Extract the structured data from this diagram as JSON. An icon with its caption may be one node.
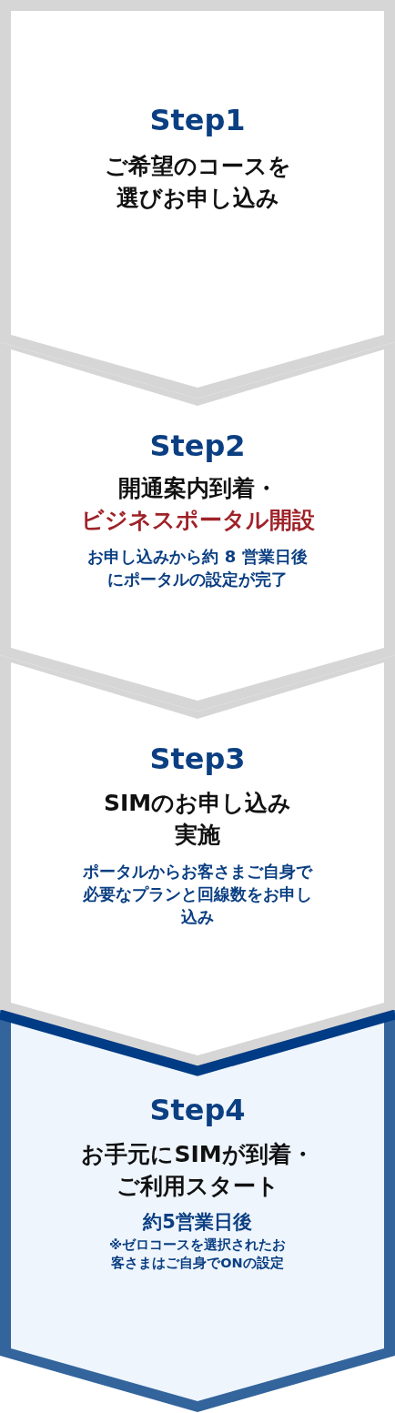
{
  "diagram": {
    "nodes": [
      {
        "text": [
          "Step1",
          "ご希望のコースを選びお申し込み"
        ]
      },
      {
        "text": [
          "Step2",
          "開通案内到着・",
          "ビジネスポータル開設",
          "お申し込みから約 8 営業日後にポータルの設定が完了"
        ]
      },
      {
        "text": [
          "Step3",
          "SIMのお申し込み実施",
          "ポータルからお客さまご自身で必要なプランと回線数をお申し込み"
        ]
      },
      {
        "text": [
          "Step4",
          "お手元にSIMが到着・ご利用スタート",
          "約5営業日後",
          "※ゼロコースを選択されたお客さまはご自身でONの設定"
        ]
      }
    ]
  }
}
